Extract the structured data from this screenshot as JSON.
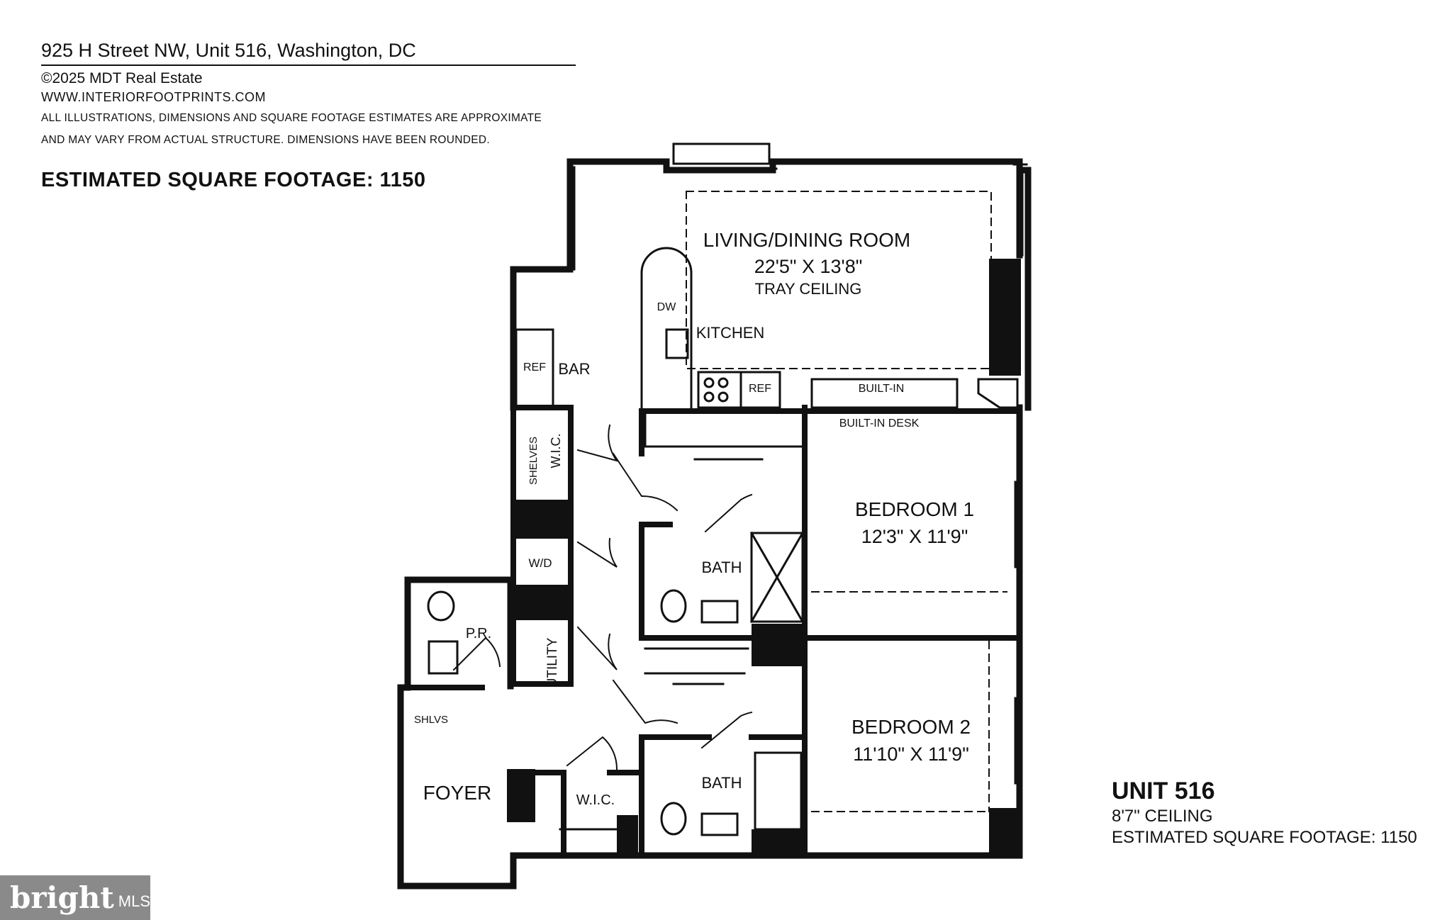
{
  "header": {
    "address": "925 H Street NW, Unit 516, Washington, DC",
    "copyright": "©2025 MDT Real Estate",
    "website": "WWW.INTERIORFOOTPRINTS.COM",
    "disclaimer_line1": "ALL ILLUSTRATIONS, DIMENSIONS AND SQUARE FOOTAGE ESTIMATES ARE APPROXIMATE",
    "disclaimer_line2": "AND MAY VARY FROM ACTUAL STRUCTURE. DIMENSIONS HAVE BEEN ROUNDED.",
    "square_footage": "ESTIMATED SQUARE FOOTAGE: 1150"
  },
  "rooms": {
    "living": {
      "name": "LIVING/DINING ROOM",
      "dims": "22'5\" X 13'8\"",
      "note": "TRAY CEILING"
    },
    "kitchen": "KITCHEN",
    "dw": "DW",
    "ref_kitchen": "REF",
    "ref_bar": "REF",
    "bar": "BAR",
    "built_in": "BUILT-IN",
    "built_in_desk": "BUILT-IN DESK",
    "shelves": "SHELVES",
    "wic_top": "W.I.C.",
    "wd": "W/D",
    "utility": "UTILITY",
    "pr": "P.R.",
    "shlvs": "SHLVS",
    "foyer": "FOYER",
    "wic_bottom": "W.I.C.",
    "bath1": "BATH",
    "bath2": "BATH",
    "bedroom1": {
      "name": "BEDROOM 1",
      "dims": "12'3\" X 11'9\""
    },
    "bedroom2": {
      "name": "BEDROOM 2",
      "dims": "11'10\" X 11'9\""
    }
  },
  "unit": {
    "title": "UNIT 516",
    "ceiling": "8'7\" CEILING",
    "square_footage": "ESTIMATED SQUARE FOOTAGE: 1150"
  },
  "logo": {
    "main": "bright",
    "suffix": "MLS"
  }
}
